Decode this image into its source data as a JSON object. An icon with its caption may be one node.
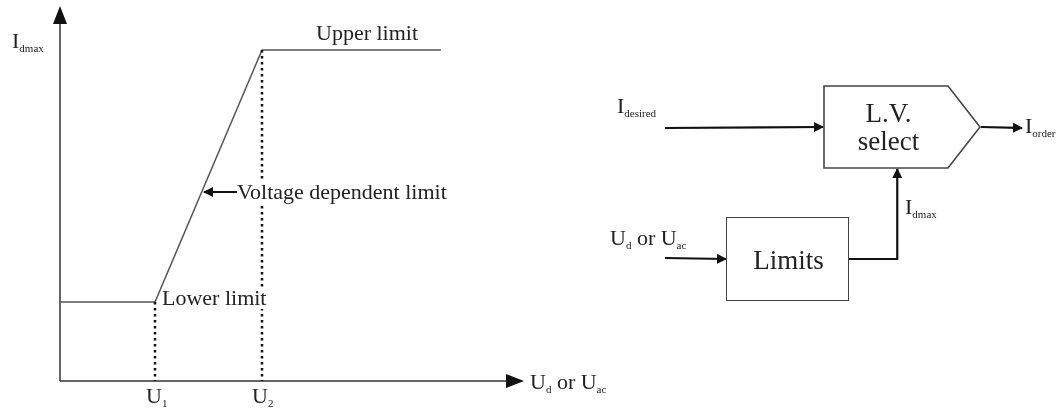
{
  "diagram": {
    "nodes": [
      {
        "text": [
          "L.V. select"
        ]
      },
      {
        "text": [
          "Limits"
        ]
      },
      {
        "text": [
          "Voltage dependent limit"
        ]
      }
    ],
    "edges": [
      {
        "from": null,
        "to": 0,
        "arrow": "to",
        "label": "I$_{desired}$"
      },
      {
        "from": null,
        "to": 1,
        "arrow": "to",
        "label": "U$_{d}$ or U$_{ac}$"
      },
      {
        "from": 1,
        "to": 0,
        "arrow": "to",
        "label": "I$_{dmax}$"
      },
      {
        "from": 0,
        "to": null,
        "arrow": "to",
        "label": "I$_{order}$"
      },
      {
        "from": 2,
        "to": null,
        "arrow": "to"
      }
    ],
    "labels": [
      "I$_{dmax}$",
      "Upper limit",
      "Lower limit",
      "U$_{1}$",
      "U$_{2}$",
      "U$_{d}$ or U$_{ac}$"
    ]
  }
}
